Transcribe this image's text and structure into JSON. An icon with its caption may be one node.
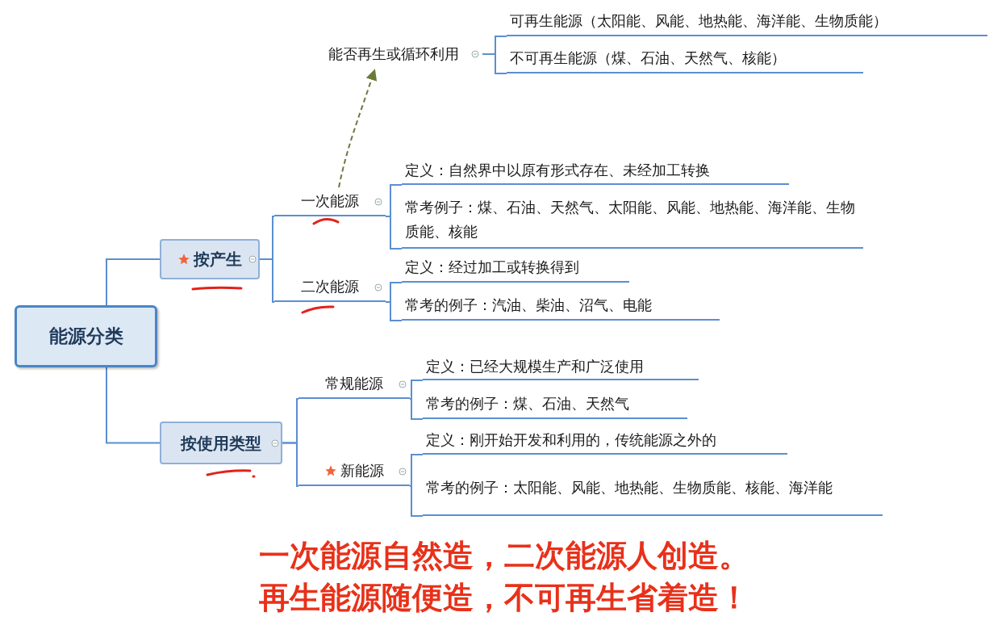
{
  "diagram": {
    "nodes": [
      {
        "text": [
          "能源分类"
        ]
      },
      {
        "text": [
          "按产生"
        ]
      },
      {
        "text": [
          "按使用类型"
        ]
      },
      {
        "text": [
          "一次能源"
        ]
      },
      {
        "text": [
          "二次能源"
        ]
      },
      {
        "text": [
          "常规能源"
        ]
      },
      {
        "text": [
          "新能源"
        ]
      },
      {
        "text": [
          "定义：自然界中以原有形式存在、未经加工转换"
        ]
      },
      {
        "text": [
          "常考例子：煤、石油、天然气、太阳能、风能、地热能、海洋能、生物质能、核能"
        ]
      },
      {
        "text": [
          "定义：经过加工或转换得到"
        ]
      },
      {
        "text": [
          "常考的例子：汽油、柴油、沼气、电能"
        ]
      },
      {
        "text": [
          "定义：已经大规模生产和广泛使用"
        ]
      },
      {
        "text": [
          "常考的例子：煤、石油、天然气"
        ]
      },
      {
        "text": [
          "定义：刚开始开发和利用的，传统能源之外的"
        ]
      },
      {
        "text": [
          "常考的例子：太阳能、风能、地热能、生物质能、核能、海洋能"
        ]
      },
      {
        "text": [
          "能否再生或循环利用"
        ]
      },
      {
        "text": [
          "可再生能源（太阳能、风能、地热能、海洋能、生物质能）"
        ]
      },
      {
        "text": [
          "不可再生能源（煤、石油、天然气、核能）"
        ]
      }
    ],
    "edges": [
      {
        "from": 0,
        "to": 1,
        "arrow": "none"
      },
      {
        "from": 0,
        "to": 2,
        "arrow": "none"
      },
      {
        "from": 1,
        "to": 3,
        "arrow": "none"
      },
      {
        "from": 1,
        "to": 4,
        "arrow": "none"
      },
      {
        "from": 2,
        "to": 5,
        "arrow": "none"
      },
      {
        "from": 2,
        "to": 6,
        "arrow": "none"
      },
      {
        "from": 3,
        "to": 7,
        "arrow": "none"
      },
      {
        "from": 3,
        "to": 8,
        "arrow": "none"
      },
      {
        "from": 4,
        "to": 9,
        "arrow": "none"
      },
      {
        "from": 4,
        "to": 10,
        "arrow": "none"
      },
      {
        "from": 5,
        "to": 11,
        "arrow": "none"
      },
      {
        "from": 5,
        "to": 12,
        "arrow": "none"
      },
      {
        "from": 6,
        "to": 13,
        "arrow": "none"
      },
      {
        "from": 6,
        "to": 14,
        "arrow": "none"
      },
      {
        "from": 15,
        "to": 16,
        "arrow": "none"
      },
      {
        "from": 15,
        "to": 17,
        "arrow": "none"
      },
      {
        "from": 3,
        "to": 15,
        "arrow": "to",
        "style": "dashed",
        "color": "#6b7a3a"
      }
    ],
    "labels": [
      "一次能源自然造，二次能源人创造。",
      "再生能源随便造，不可再生省着造！"
    ]
  }
}
